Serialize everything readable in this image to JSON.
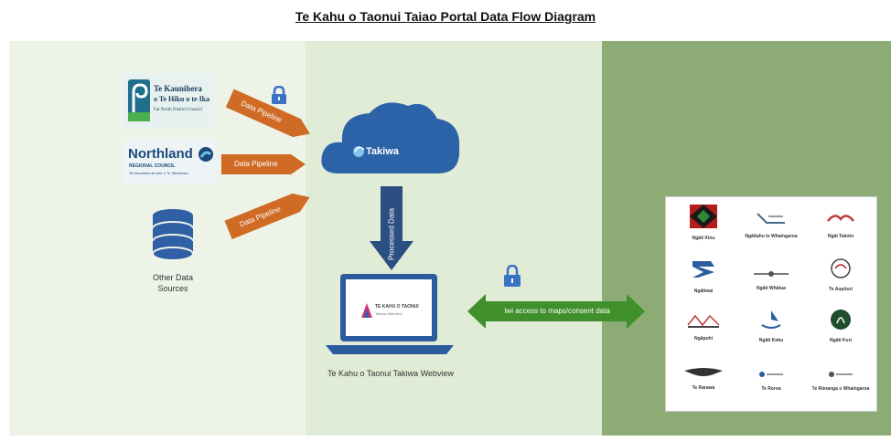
{
  "title": "Te Kahu o Taonui Taiao Portal Data Flow Diagram",
  "sources": {
    "far_north": {
      "line1": "Te Kaunihera",
      "line2": "o Te Hiku o te Ika",
      "line3": "Far North District Council"
    },
    "northland": {
      "line1": "Northland",
      "line2": "REGIONAL COUNCIL",
      "line3": "Te Kaunihera-ā-rohe o Te Taitokerau"
    },
    "other": {
      "label": "Other Data Sources"
    }
  },
  "pipelines": [
    "Data Pipeline",
    "Data Pipeline",
    "Data Pipeline"
  ],
  "cloud": {
    "label": "Takiwa"
  },
  "processed_label": "Processed Data",
  "webview": {
    "label": "Te Kahu o Taonui Takiwa Webview",
    "screen_title": "TE KAHU O TAONUI",
    "screen_sub": "Takiwa Webview"
  },
  "access_label": "Iwi access to maps/consent data",
  "tribes": [
    "Ngāti Kinu",
    "Ngāitahu te Whaingaroa",
    "Ngāi Takoto",
    "Ngātiwai",
    "Ngāti Whātua",
    "Te Aupōuri",
    "Ngāpuhi",
    "Ngāti Kahu",
    "Ngāti Kuri",
    "Te Rarawa",
    "Te Roroa",
    "Te Rūnanga o Whaingaroa"
  ],
  "colors": {
    "left_panel": "#eef3e8",
    "mid_panel": "#e1ecd7",
    "right_panel": "#8cab75",
    "pipeline_orange": "#cf6b25",
    "cloud_blue": "#2b62a8",
    "access_green": "#3f8f2a"
  }
}
